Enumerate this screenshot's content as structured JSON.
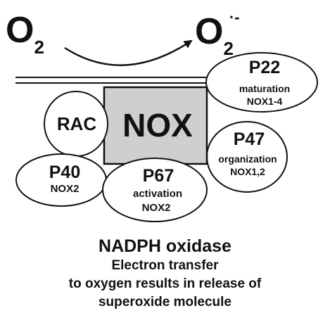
{
  "reaction": {
    "substrate": {
      "base": "O",
      "subscript": "2"
    },
    "product": {
      "base": "O",
      "subscript": "2",
      "superscript": "·-"
    }
  },
  "nox": {
    "label": "NOX",
    "fill": "#cfcfcf"
  },
  "subunits": {
    "rac": {
      "name": "RAC"
    },
    "p22": {
      "name": "P22",
      "role": "maturation",
      "isoforms": "NOX1-4"
    },
    "p47": {
      "name": "P47",
      "role": "organization",
      "isoforms": "NOX1,2"
    },
    "p40": {
      "name": "P40",
      "isoforms": "NOX2"
    },
    "p67": {
      "name": "P67",
      "role": "activation",
      "isoforms": "NOX2"
    }
  },
  "caption": {
    "title": "NADPH oxidase",
    "line1": "Electron transfer",
    "line2": "to oxygen results in release of",
    "line3": "superoxide molecule"
  }
}
